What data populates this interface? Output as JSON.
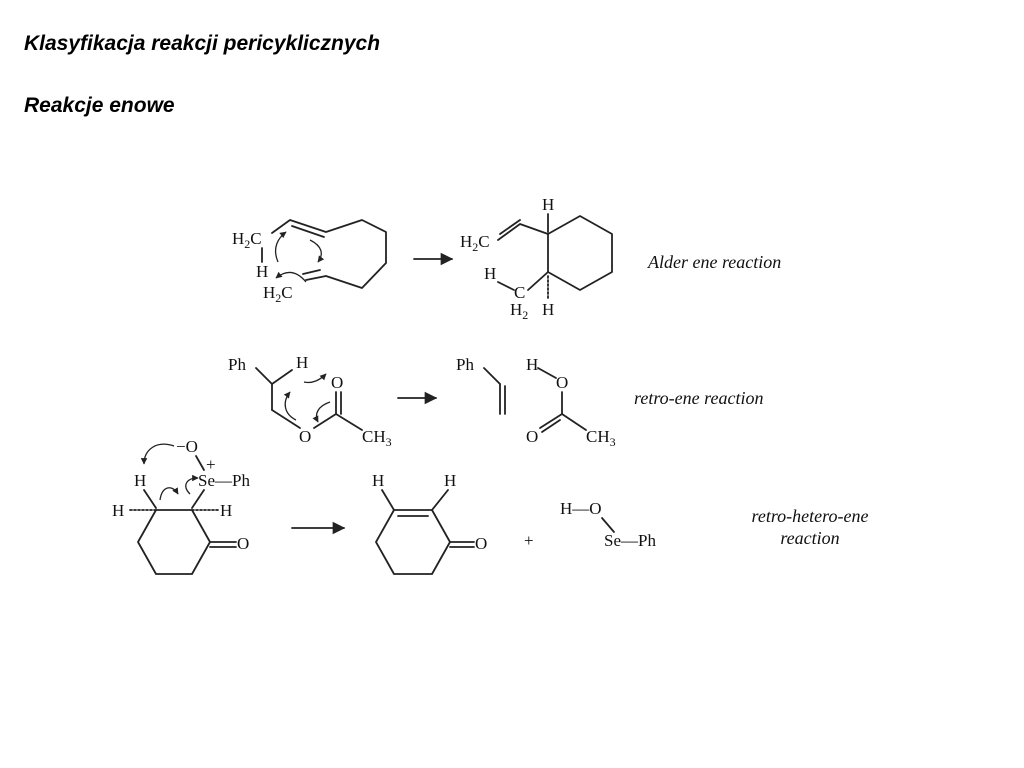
{
  "title": "Klasyfikacja reakcji pericyklicznych",
  "subtitle": "Reakcje enowe",
  "reactions": [
    {
      "label": "Alder ene reaction",
      "reactant_atoms": {
        "top_ch2": "H",
        "top_ch2_sub": "2",
        "top_ch2_c": "C",
        "h": "H",
        "bottom_ch2": "H",
        "bottom_ch2_sub": "2",
        "bottom_ch2_c": "C"
      },
      "product_atoms": {
        "top_h": "H",
        "vinyl_ch2": "H",
        "vinyl_ch2_sub": "2",
        "vinyl_ch2_c": "C",
        "methyl_h": "H",
        "methyl_c": "C",
        "methyl_h2": "H",
        "methyl_h2_sub": "2",
        "ring_h": "H"
      }
    },
    {
      "label": "retro-ene reaction",
      "reactant_atoms": {
        "ph": "Ph",
        "h": "H",
        "o_carbonyl": "O",
        "o_ester": "O",
        "ch3": "CH",
        "ch3_sub": "3"
      },
      "product_atoms": {
        "ph": "Ph",
        "h": "H",
        "o_top": "O",
        "o_bottom": "O",
        "ch3": "CH",
        "ch3_sub": "3"
      }
    },
    {
      "label_line1": "retro-hetero-ene",
      "label_line2": "reaction",
      "reactant_atoms": {
        "o_minus": "−O",
        "h_top": "H",
        "plus": "+",
        "se_ph": "Se—Ph",
        "h_left": "H",
        "h_right": "H",
        "ketone_o": "O"
      },
      "product_atoms": {
        "h_left": "H",
        "h_right": "H",
        "ketone_o": "O",
        "plus_sign": "+",
        "h_o": "H—O",
        "se_ph": "Se—Ph"
      }
    }
  ]
}
